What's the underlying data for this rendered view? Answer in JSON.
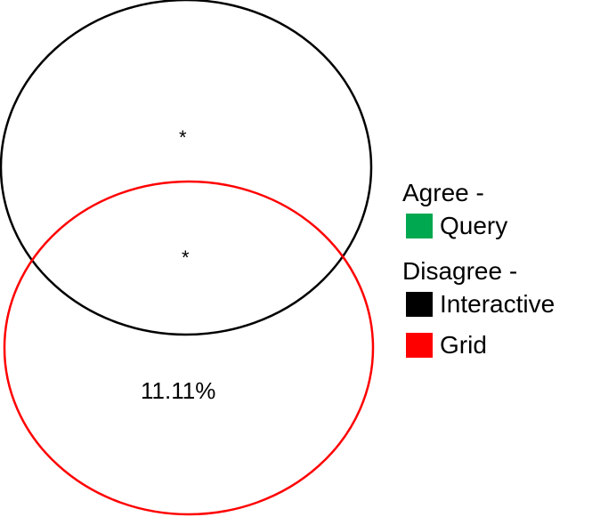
{
  "regions": {
    "black_only": "*",
    "overlap": "*",
    "red_only": "11.11%"
  },
  "legend": {
    "agree_heading": "Agree -",
    "disagree_heading": "Disagree -",
    "items": [
      {
        "label": "Query",
        "color": "#00a84f"
      },
      {
        "label": "Interactive",
        "color": "#000000"
      },
      {
        "label": "Grid",
        "color": "#ff0000"
      }
    ]
  },
  "colors": {
    "black_circle": "#000000",
    "red_circle": "#ff0000"
  }
}
